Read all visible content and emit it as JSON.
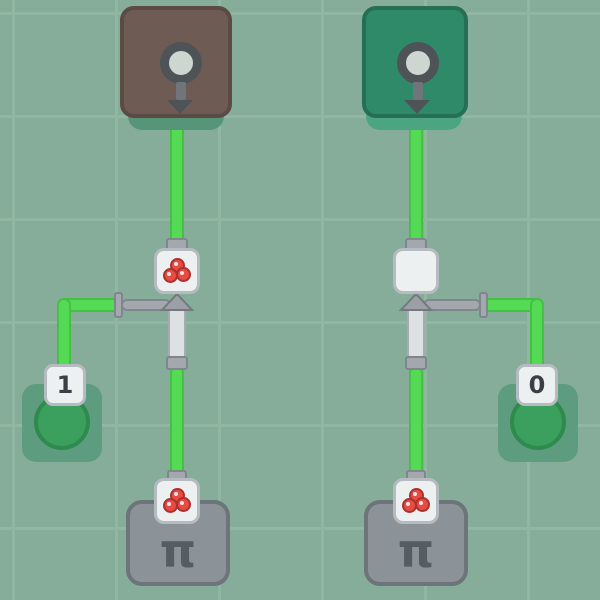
{
  "colors": {
    "bg": "#86ad99",
    "grid_line": "#9fc2ae",
    "wire": "#55da55",
    "wire_edge": "#44c144",
    "station_left": "#6e5b53",
    "station_left_border": "#5c4b44",
    "station_left_socket": "#569578",
    "station_right": "#2f8a69",
    "station_right_border": "#266f54",
    "station_right_socket": "#4ba583",
    "ring": "#4e5357",
    "ring_fill": "#ced6d1",
    "chip_bg": "#edf0f1",
    "chip_border": "#b5bbc0",
    "berry": "#e74b42",
    "berry_border": "#a93230",
    "metal": "#a2a8ae",
    "metal_border": "#80868c",
    "piston": "#dde1e3",
    "piston_border": "#a5abb0",
    "arrow": "#9aa0a5",
    "arrow_border": "#73797e",
    "pad_socket": "#5e9c80",
    "pad_circle": "#3b9f5e",
    "pad_circle_border": "#2f8a4e",
    "machine": "#8b9298",
    "machine_border": "#6d747a",
    "pi_color": "#565c62",
    "label_color": "#3a3f44"
  },
  "injectors": {
    "left": {
      "value": "1"
    },
    "right": {
      "value": "0"
    }
  },
  "machines": {
    "left": {
      "symbol": "π"
    },
    "right": {
      "symbol": "π"
    }
  }
}
